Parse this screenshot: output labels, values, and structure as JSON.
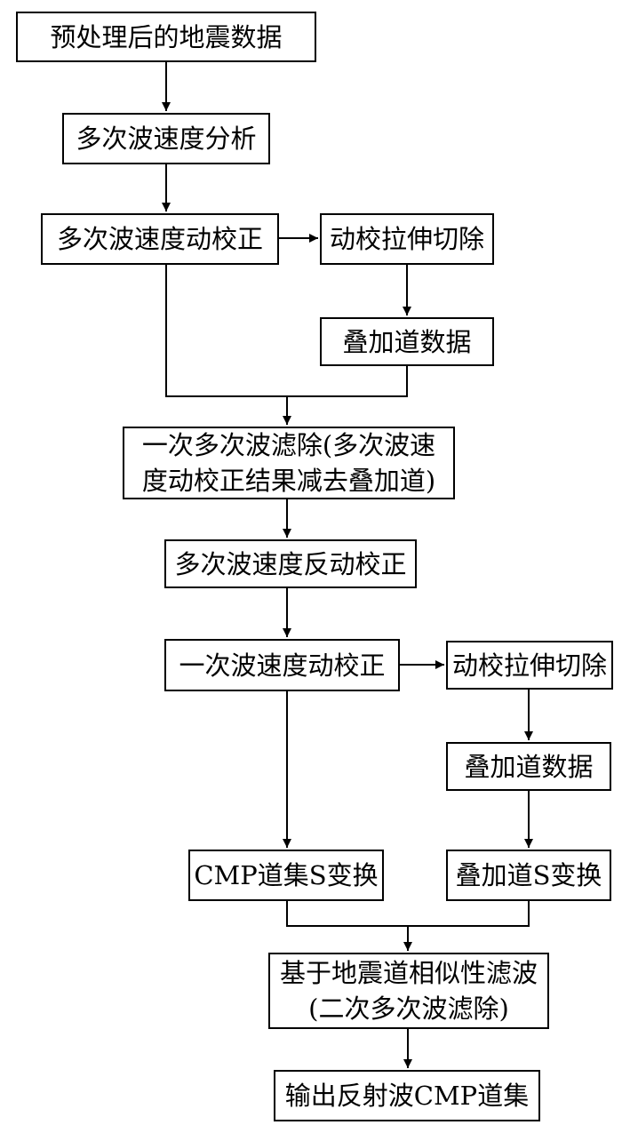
{
  "diagram": {
    "nodes": {
      "preprocessed": "预处理后的地震数据",
      "multiple_velocity_analysis": "多次波速度分析",
      "multiple_nmo": "多次波速度动校正",
      "stretch_mute_1": "动校拉伸切除",
      "stack_data_1": "叠加道数据",
      "primary_removal_line1": "一次多次波滤除(多次波速",
      "primary_removal_line2": "度动校正结果减去叠加道)",
      "multiple_inverse_nmo": "多次波速度反动校正",
      "primary_nmo": "一次波速度动校正",
      "stretch_mute_2": "动校拉伸切除",
      "stack_data_2": "叠加道数据",
      "cmp_s_transform": "CMP道集S变换",
      "stack_s_transform": "叠加道S变换",
      "similarity_filter_line1": "基于地震道相似性滤波",
      "similarity_filter_line2": "(二次多次波滤除)",
      "output": "输出反射波CMP道集"
    }
  }
}
